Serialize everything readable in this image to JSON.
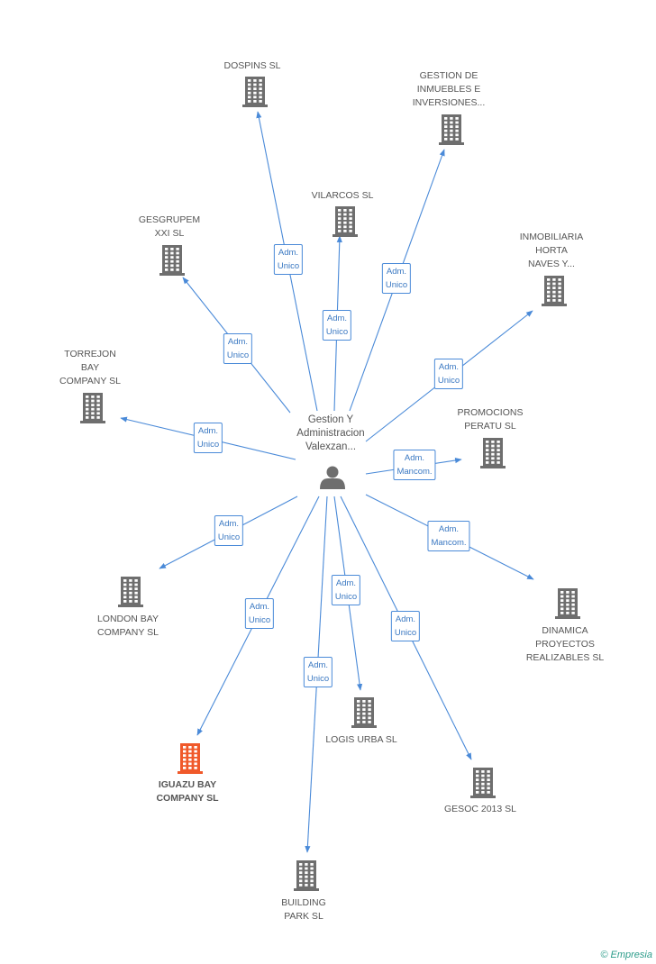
{
  "colors": {
    "edge": "#4a8ad8",
    "building": "#6e6e6e",
    "highlight": "#f0592a",
    "person": "#6e6e6e"
  },
  "center": {
    "label": "Gestion Y\nAdministracion\nValexzan...",
    "icon": "person-icon"
  },
  "nodes": [
    {
      "id": "dospins",
      "label": "DOSPINS SL",
      "role": "Adm.\nUnico",
      "icon": "building-icon"
    },
    {
      "id": "gestion-inmuebles",
      "label": "GESTION DE\nINMUEBLES E\nINVERSIONES...",
      "role": "Adm.\nUnico",
      "icon": "building-icon"
    },
    {
      "id": "vilarcos",
      "label": "VILARCOS SL",
      "role": "Adm.\nUnico",
      "icon": "building-icon"
    },
    {
      "id": "gesgrupem",
      "label": "GESGRUPEM\nXXI SL",
      "role": "Adm.\nUnico",
      "icon": "building-icon"
    },
    {
      "id": "inmobiliaria-horta",
      "label": "INMOBILIARIA\nHORTA\nNAVES Y...",
      "role": "Adm.\nUnico",
      "icon": "building-icon"
    },
    {
      "id": "torrejon",
      "label": "TORREJON\nBAY\nCOMPANY SL",
      "role": "Adm.\nUnico",
      "icon": "building-icon"
    },
    {
      "id": "promocions",
      "label": "PROMOCIONS\nPERATU SL",
      "role": "Adm.\nMancom.",
      "icon": "building-icon"
    },
    {
      "id": "london-bay",
      "label": "LONDON BAY\nCOMPANY SL",
      "role": "Adm.\nUnico",
      "icon": "building-icon"
    },
    {
      "id": "dinamica",
      "label": "DINAMICA\nPROYECTOS\nREALIZABLES SL",
      "role": "Adm.\nMancom.",
      "icon": "building-icon"
    },
    {
      "id": "iguazu",
      "label": "IGUAZU BAY\nCOMPANY SL",
      "role": "Adm.\nUnico",
      "icon": "building-icon",
      "highlight": true
    },
    {
      "id": "logis-urba",
      "label": "LOGIS URBA SL",
      "role": "Adm.\nUnico",
      "icon": "building-icon"
    },
    {
      "id": "gesoc",
      "label": "GESOC 2013 SL",
      "role": "Adm.\nUnico",
      "icon": "building-icon"
    },
    {
      "id": "building-park",
      "label": "BUILDING\nPARK SL",
      "role": "Adm.\nUnico",
      "icon": "building-icon"
    }
  ],
  "footer": {
    "brand": "Empresia",
    "copyright": "©"
  }
}
